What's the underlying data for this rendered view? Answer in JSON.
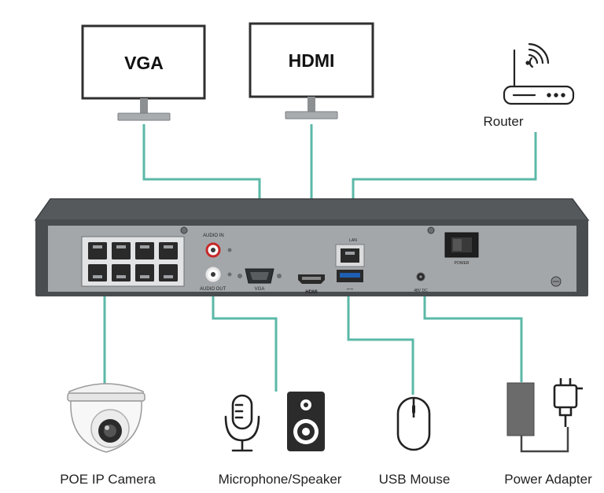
{
  "monitors": {
    "vga": {
      "label": "VGA"
    },
    "hdmi": {
      "label": "HDMI"
    }
  },
  "devices": {
    "router": {
      "label": "Router"
    },
    "camera": {
      "label": "POE IP Camera"
    },
    "audio": {
      "label": "Microphone/Speaker"
    },
    "mouse": {
      "label": "USB Mouse"
    },
    "power": {
      "label": "Power Adapter"
    }
  },
  "nvr": {
    "audio_in": "AUDIO IN",
    "audio_out": "AUDIO OUT",
    "vga": "VGA",
    "hdmi": "HDMI",
    "lan": "LAN",
    "dc": "48V DC",
    "power": "POWER"
  },
  "colors": {
    "cable": "#5bb8a7",
    "panel": "#a4a7aa",
    "chassis": "#4a4d50",
    "port": "#2a2a2a"
  }
}
